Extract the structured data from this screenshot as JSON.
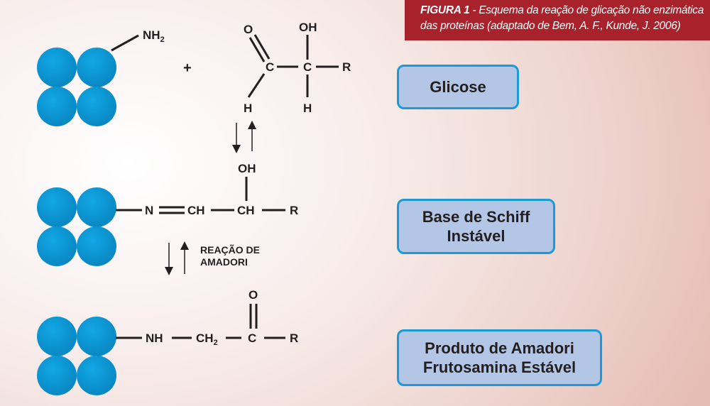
{
  "figure": {
    "label": "FIGURA 1",
    "caption_line1": " - Esquema da reação de glicação não enzimática",
    "caption_line2": "das proteínas (adaptado de Bem, A. F., Kunde, J. 2006)"
  },
  "row1": {
    "nh": "NH",
    "sub2": "2",
    "plus": "+",
    "o": "O",
    "oh": "OH",
    "c1": "C",
    "c2": "C",
    "r": "R",
    "h1": "H",
    "h2": "H"
  },
  "row2": {
    "n": "N",
    "ch1": "CH",
    "ch2": "CH",
    "oh": "OH",
    "r": "R"
  },
  "amadori_label": {
    "line1": "REAÇÃO DE",
    "line2": "AMADORI"
  },
  "row3": {
    "nh": "NH",
    "ch": "CH",
    "sub2": "2",
    "c": "C",
    "o": "O",
    "r": "R"
  },
  "boxes": {
    "glicose": "Glicose",
    "schiff_line1": "Base de Schiff",
    "schiff_line2": "Instável",
    "amadori_line1": "Produto de Amadori",
    "amadori_line2": "Frutosamina Estável"
  },
  "colors": {
    "protein": "#0a9ad8",
    "banner": "#a8222b",
    "box_border": "#1a9ad6",
    "box_fill": "#b3c6e6"
  }
}
